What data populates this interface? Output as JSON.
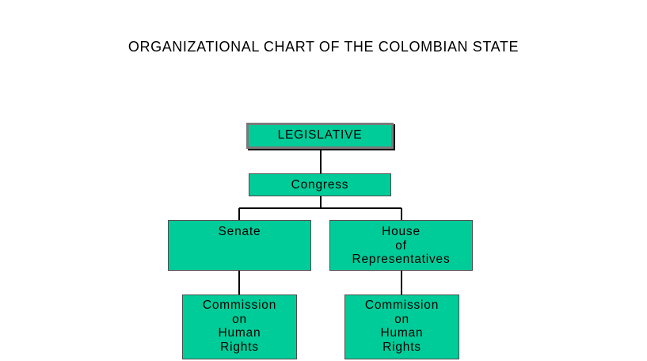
{
  "title": "ORGANIZATIONAL CHART OF THE COLOMBIAN STATE",
  "colors": {
    "box_fill": "#00cc99",
    "box_border": "#4d4d4d",
    "top_box_border": "#7a7a7a",
    "connector": "#000000"
  },
  "nodes": {
    "legislative": "LEGISLATIVE",
    "congress": "Congress",
    "senate": "Senate",
    "house": "House\nof\nRepresentatives",
    "commission_left": "Commission\non\nHuman\nRights",
    "commission_right": "Commission\non\nHuman\nRights"
  }
}
